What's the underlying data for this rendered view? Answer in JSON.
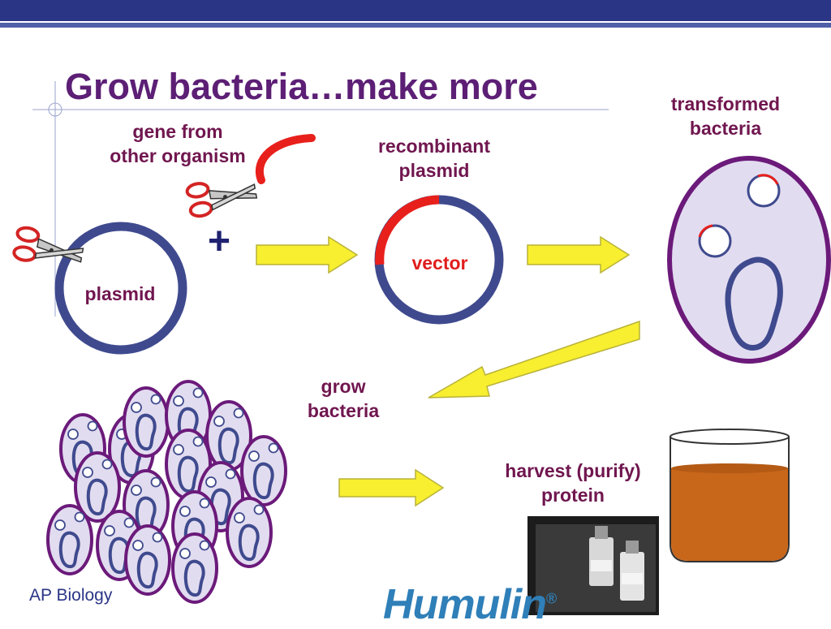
{
  "slide": {
    "title": "Grow bacteria…make more",
    "footer": "AP Biology"
  },
  "labels": {
    "gene_line1": "gene from",
    "gene_line2": "other organism",
    "plus": "+",
    "plasmid": "plasmid",
    "recombinant_line1": "recombinant",
    "recombinant_line2": "plasmid",
    "vector": "vector",
    "transformed_line1": "transformed",
    "transformed_line2": "bacteria",
    "grow_line1": "grow",
    "grow_line2": "bacteria",
    "harvest_line1": "harvest (purify)",
    "harvest_line2": "protein"
  },
  "brand": {
    "name": "Humulin",
    "mark": "®"
  },
  "icons": [
    "scissors-icon",
    "scissors-icon",
    "plasmid-ring",
    "recombinant-plasmid-ring",
    "bacterium-cell",
    "bacteria-colony",
    "beaker",
    "vials-photo"
  ],
  "colors": {
    "title": "#5c1f75",
    "plasmid": "#3f4a8e",
    "gene": "#e8201c",
    "cell_fill": "#e2dcf0",
    "cell_outline": "#6b1a7a",
    "arrow": "#f7ef2f",
    "beaker_liquid": "#c8661a"
  }
}
